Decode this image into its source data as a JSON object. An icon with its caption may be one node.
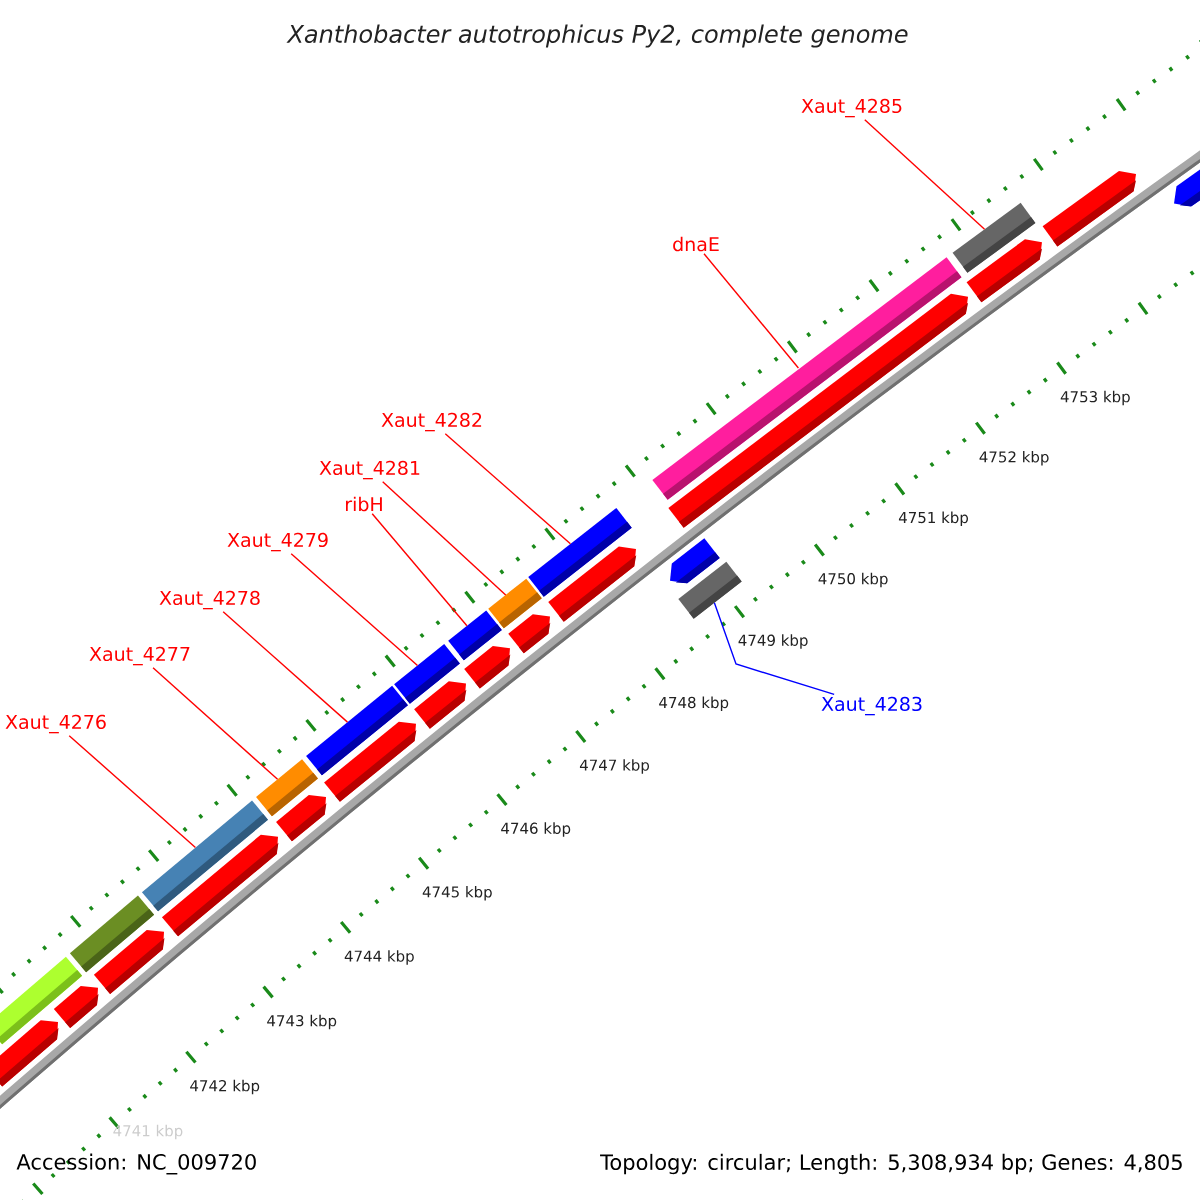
{
  "diagram": {
    "title": "Xanthobacter autotrophicus Py2, complete genome",
    "nodes": [
      {
        "text": [
          "Xaut_4285"
        ]
      },
      {
        "text": [
          "dnaE"
        ]
      },
      {
        "text": [
          "Xaut_4282"
        ]
      },
      {
        "text": [
          "Xaut_4281"
        ]
      },
      {
        "text": [
          "ribH"
        ]
      },
      {
        "text": [
          "Xaut_4279"
        ]
      },
      {
        "text": [
          "Xaut_4278"
        ]
      },
      {
        "text": [
          "Xaut_4277"
        ]
      },
      {
        "text": [
          "Xaut_4283"
        ]
      },
      {
        "text": [
          "Xaut_4276"
        ]
      },
      {
        "text": [],
        "shape": "bar"
      },
      {
        "text": [],
        "shape": "arrow"
      },
      {
        "text": [],
        "shape": "arrow"
      },
      {
        "text": [],
        "shape": "bar"
      },
      {
        "text": [],
        "shape": "arrow"
      },
      {
        "text": [],
        "shape": "bar"
      },
      {
        "text": [],
        "shape": "arrow"
      },
      {
        "text": [],
        "shape": "bar"
      },
      {
        "text": [],
        "shape": "arrow"
      },
      {
        "text": [],
        "shape": "bar"
      },
      {
        "text": [],
        "shape": "arrow"
      },
      {
        "text": [],
        "shape": "bar"
      },
      {
        "text": [],
        "shape": "arrow"
      },
      {
        "text": [],
        "shape": "bar"
      },
      {
        "text": [],
        "shape": "arrow"
      },
      {
        "text": [],
        "shape": "bar"
      },
      {
        "text": [],
        "shape": "arrow"
      },
      {
        "text": [],
        "shape": "bar"
      },
      {
        "text": [],
        "shape": "arrow"
      },
      {
        "text": [],
        "shape": "bar"
      },
      {
        "text": [],
        "shape": "arrow"
      },
      {
        "text": [],
        "shape": "arrow"
      },
      {
        "text": [],
        "shape": "bar"
      },
      {
        "text": [],
        "shape": "bar"
      },
      {
        "text": [],
        "shape": "arrow"
      },
      {
        "text": [],
        "shape": "arrow"
      },
      {
        "text": [],
        "shape": "arrow"
      }
    ],
    "edges": [
      {
        "from": 0,
        "to": 33,
        "arrow": "none"
      },
      {
        "from": 1,
        "to": 29,
        "arrow": "none"
      },
      {
        "from": 2,
        "to": 27,
        "arrow": "none"
      },
      {
        "from": 3,
        "to": 25,
        "arrow": "none"
      },
      {
        "from": 4,
        "to": 23,
        "arrow": "none"
      },
      {
        "from": 5,
        "to": 21,
        "arrow": "none"
      },
      {
        "from": 6,
        "to": 19,
        "arrow": "none"
      },
      {
        "from": 7,
        "to": 17,
        "arrow": "none"
      },
      {
        "from": 8,
        "to": 32,
        "arrow": "none",
        "color": "#0000ff"
      },
      {
        "from": 9,
        "to": 15,
        "arrow": "none"
      }
    ],
    "labels": [
      "4753 kbp",
      "4752 kbp",
      "4751 kbp",
      "4750 kbp",
      "4749 kbp",
      "4748 kbp",
      "4747 kbp",
      "4746 kbp",
      "4745 kbp",
      "4744 kbp",
      "4743 kbp",
      "4742 kbp",
      "4741 kbp",
      "Accession: NC_009720",
      "Topology: circular; Length: 5,308,934 bp; Genes: 4,805"
    ]
  }
}
